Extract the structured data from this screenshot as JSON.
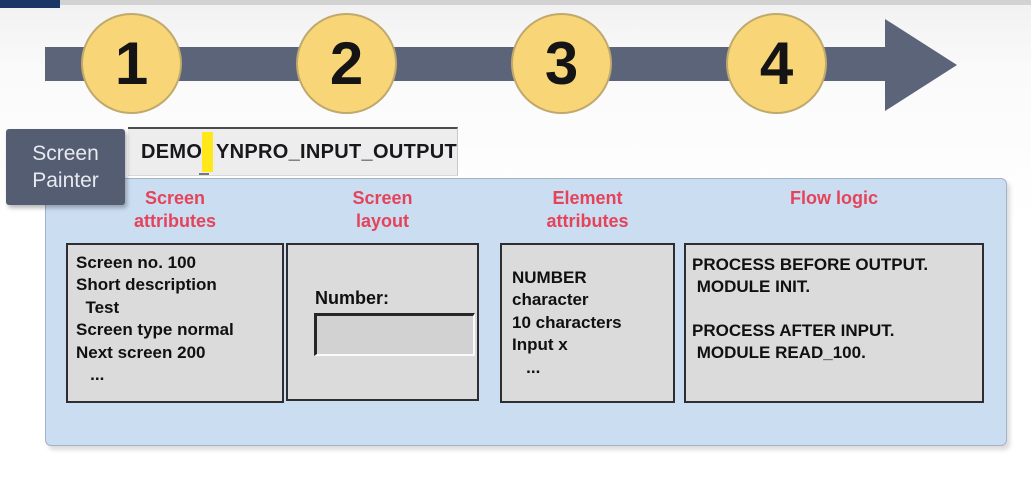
{
  "colors": {
    "arrow": "#5b6478",
    "step_circle_fill": "#f8d678",
    "step_circle_border": "#c0a96c",
    "panel_background": "#cbddf1",
    "header_text": "#e5435a",
    "cursor_highlight": "#ffe71a",
    "tab_background": "#545d72",
    "box_fill": "#dbdbdb",
    "top_edge_navy": "#1b3666"
  },
  "timeline": {
    "steps": [
      "1",
      "2",
      "3",
      "4"
    ]
  },
  "tab": {
    "line1": "Screen",
    "line2": "Painter"
  },
  "program_field": {
    "prefix": "DEMO",
    "suffix": "YNPRO_INPUT_OUTPUT"
  },
  "columns": [
    {
      "header": "Screen attributes",
      "lines": [
        "Screen no. 100",
        "Short description",
        "  Test",
        "Screen type normal",
        "Next screen 200",
        "   ..."
      ]
    },
    {
      "header": "Screen layout",
      "label": "Number:",
      "input_value": ""
    },
    {
      "header": "Element attributes",
      "lines": [
        "NUMBER",
        "character",
        "10 characters",
        "Input x",
        "   ..."
      ]
    },
    {
      "header": "Flow logic",
      "lines": [
        "PROCESS BEFORE OUTPUT.",
        " MODULE INIT.",
        "",
        "PROCESS AFTER INPUT.",
        " MODULE READ_100."
      ]
    }
  ]
}
